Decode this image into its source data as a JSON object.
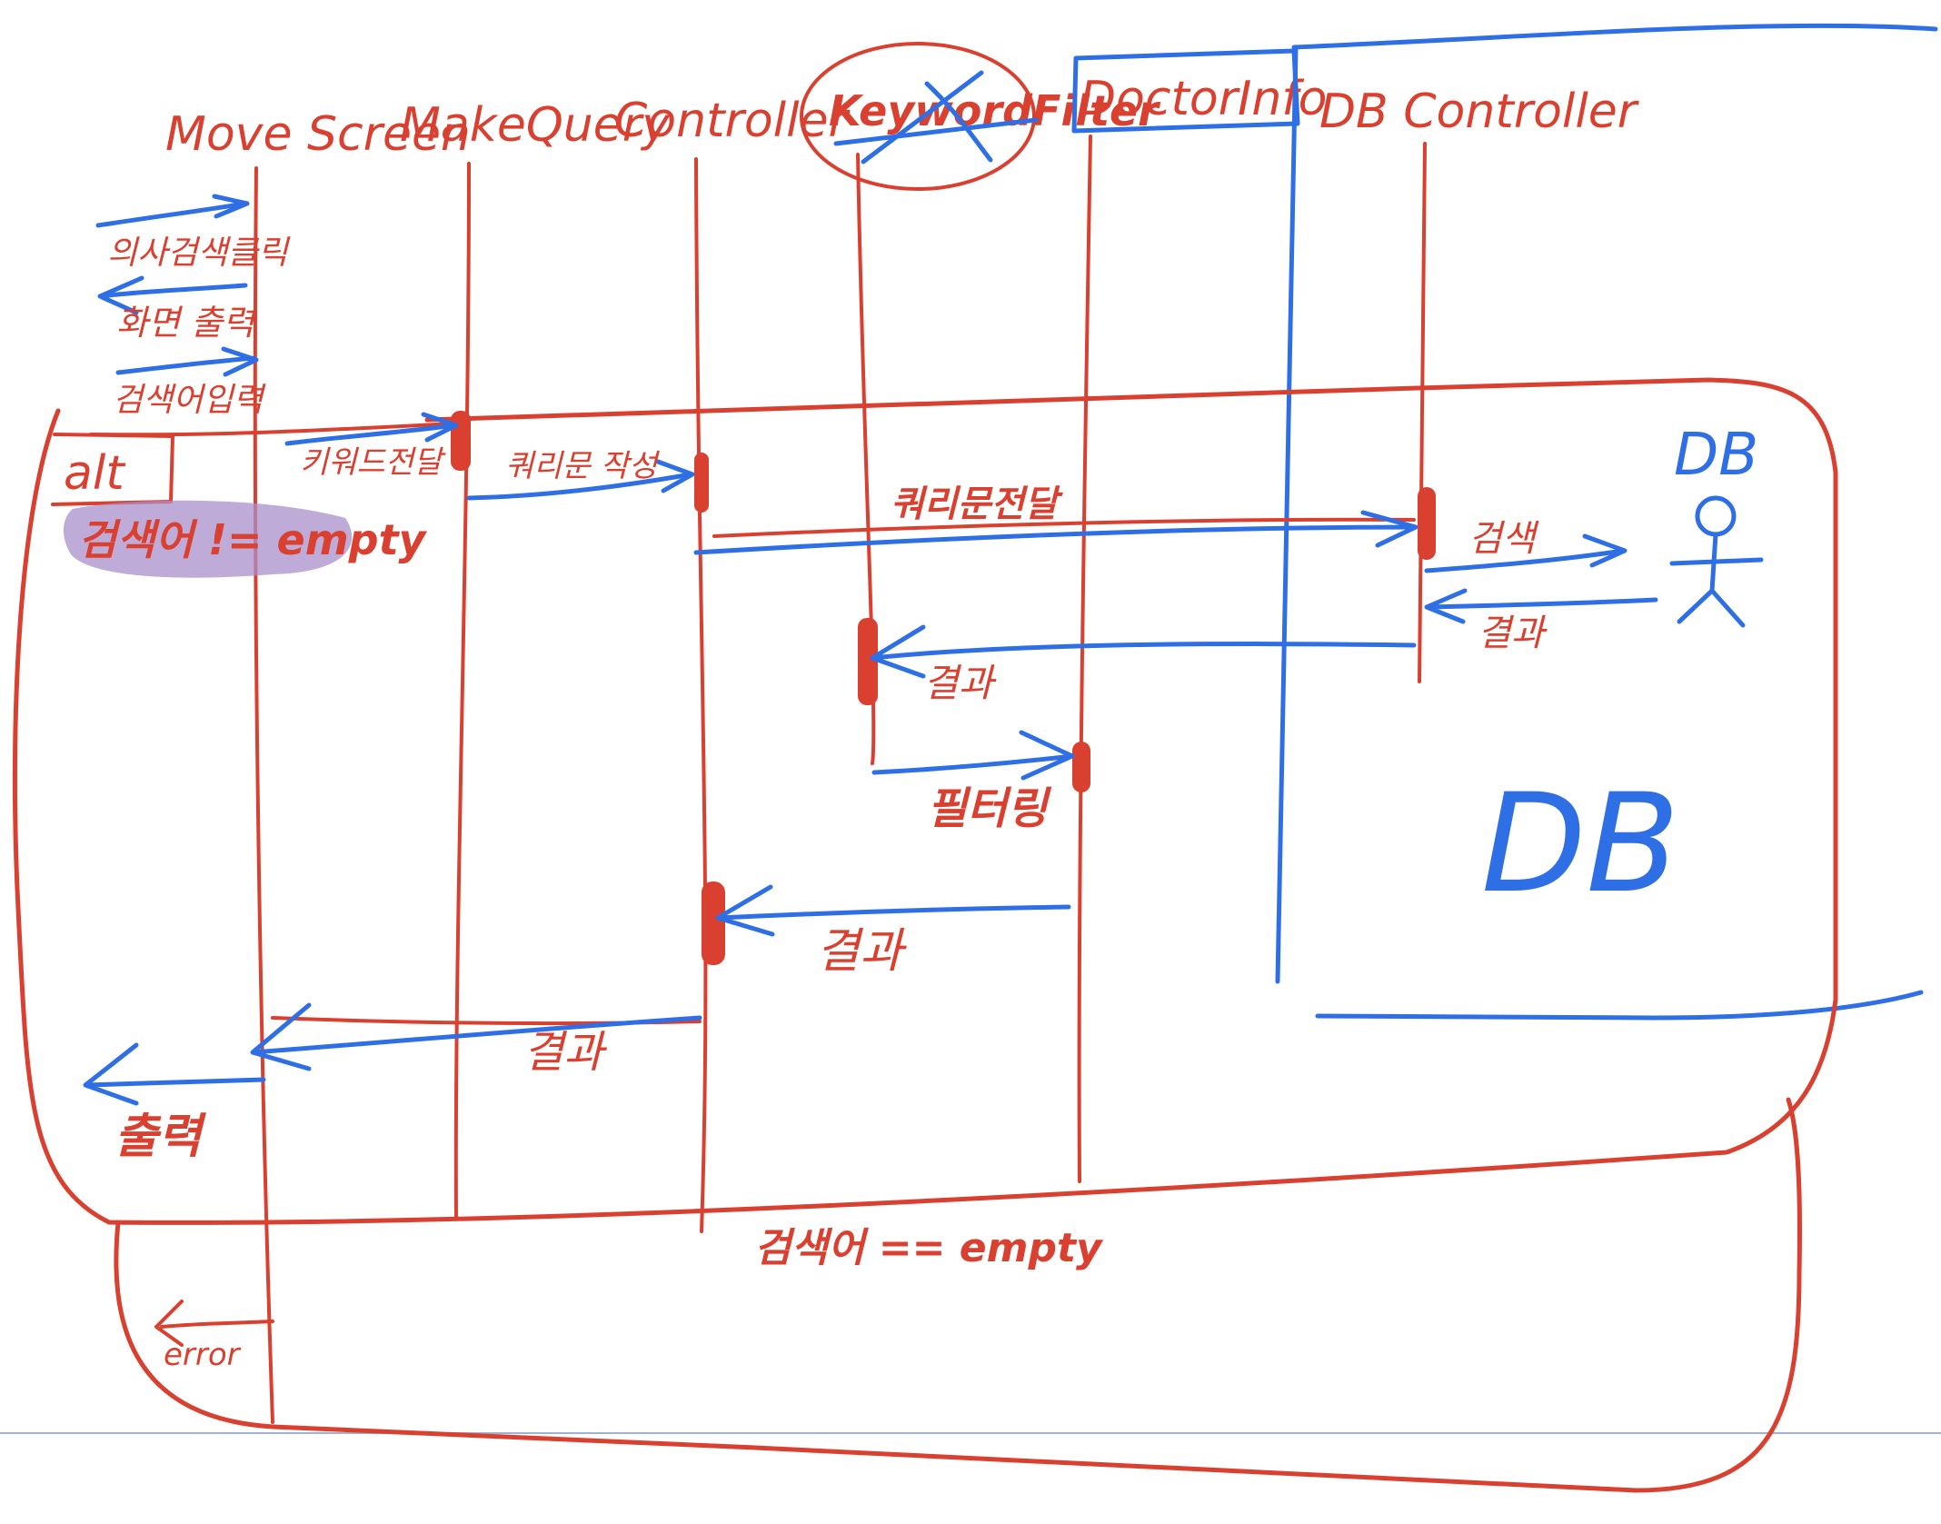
{
  "colors": {
    "ink_red": "#d94030",
    "ink_blue": "#2f6fe6",
    "highlight_purple": "#a98fc9",
    "page_rule": "#9fb3cf",
    "background": "#ffffff"
  },
  "participants": {
    "move_screen": "Move Screen",
    "make_query": "MakeQuery",
    "controller": "Controller",
    "keyword_filter": "KeywordFilter",
    "doctor_info": "DoctorInfo",
    "db_controller": "DB Controller"
  },
  "messages": {
    "doctor_search_click": "의사검색클릭",
    "screen_output": "화면 출력",
    "search_input": "검색어입력",
    "keyword_pass": "키워드전달",
    "query_write": "쿼리문 작성",
    "query_pass": "쿼리문전달",
    "db_search": "검색",
    "db_result": "결과",
    "keyword_result": "결과",
    "filtering": "필터링",
    "filter_result": "결과",
    "controller_result": "결과",
    "final_output": "출력",
    "error": "error"
  },
  "fragments": {
    "alt_label": "alt",
    "guard_not_empty": "검색어 != empty",
    "guard_empty": "검색어 == empty"
  },
  "db": {
    "actor_label": "DB",
    "region_label": "DB"
  }
}
